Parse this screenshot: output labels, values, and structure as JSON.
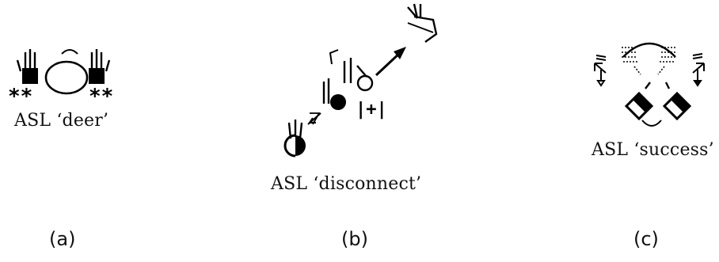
{
  "figure": {
    "panels": [
      {
        "caption": "ASL ‘deer’",
        "label": "(a)"
      },
      {
        "caption": "ASL ‘disconnect’",
        "label": "(b)"
      },
      {
        "caption": "ASL ‘success’",
        "label": "(c)"
      }
    ],
    "symbols": {
      "contact_mark": "**",
      "repetition_mark": "|+|"
    }
  }
}
